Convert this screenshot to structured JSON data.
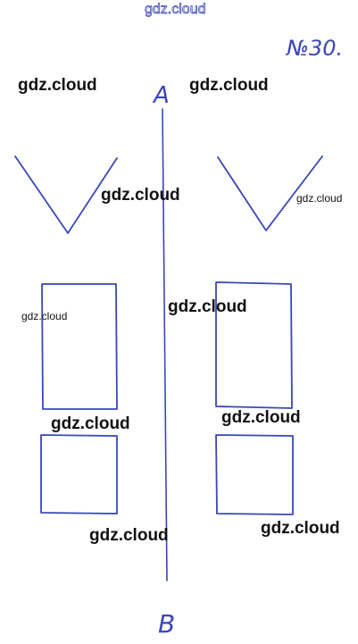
{
  "watermark_text": "gdz.cloud",
  "handwriting": {
    "number": "№30.",
    "point_a": "A",
    "point_b": "B"
  },
  "colors": {
    "ink": "#3a46b8",
    "watermark": "#111111",
    "background": "#ffffff"
  }
}
